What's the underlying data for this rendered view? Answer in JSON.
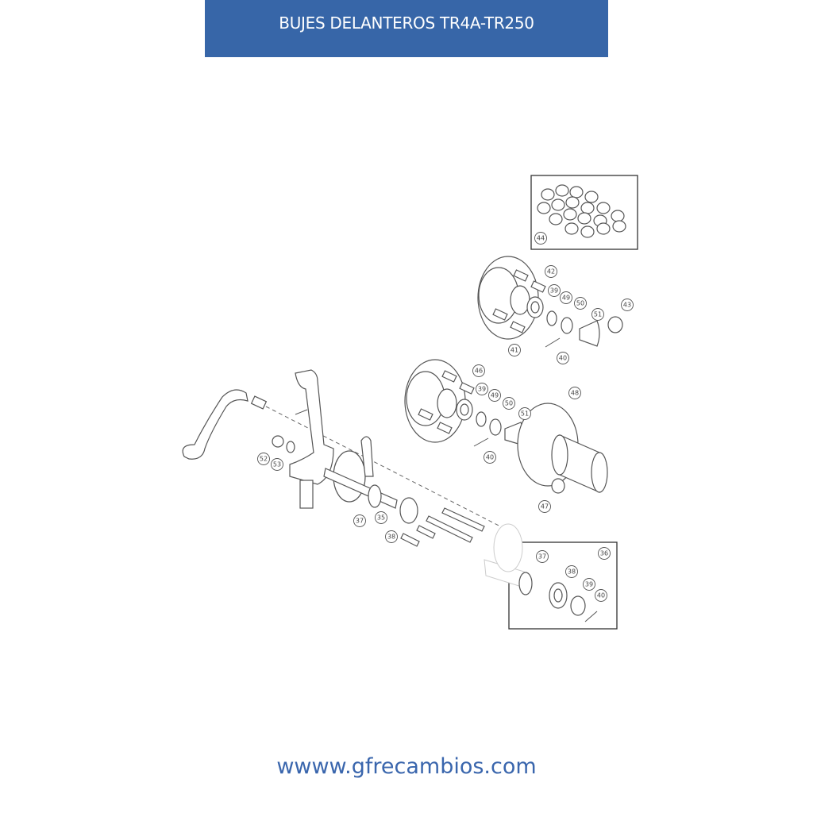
{
  "header": {
    "title": "BUJES DELANTEROS TR4A-TR250",
    "color": "#3766a8"
  },
  "footer": {
    "url": "wwww.gfrecambios.com",
    "color": "#3a66ad"
  },
  "diagram": {
    "callouts": [
      "44",
      "42",
      "39",
      "49",
      "50",
      "51",
      "43",
      "41",
      "40",
      "46",
      "39",
      "49",
      "50",
      "51",
      "48",
      "40",
      "47",
      "52",
      "53",
      "37",
      "35",
      "38",
      "36",
      "37",
      "38",
      "39",
      "40"
    ]
  }
}
